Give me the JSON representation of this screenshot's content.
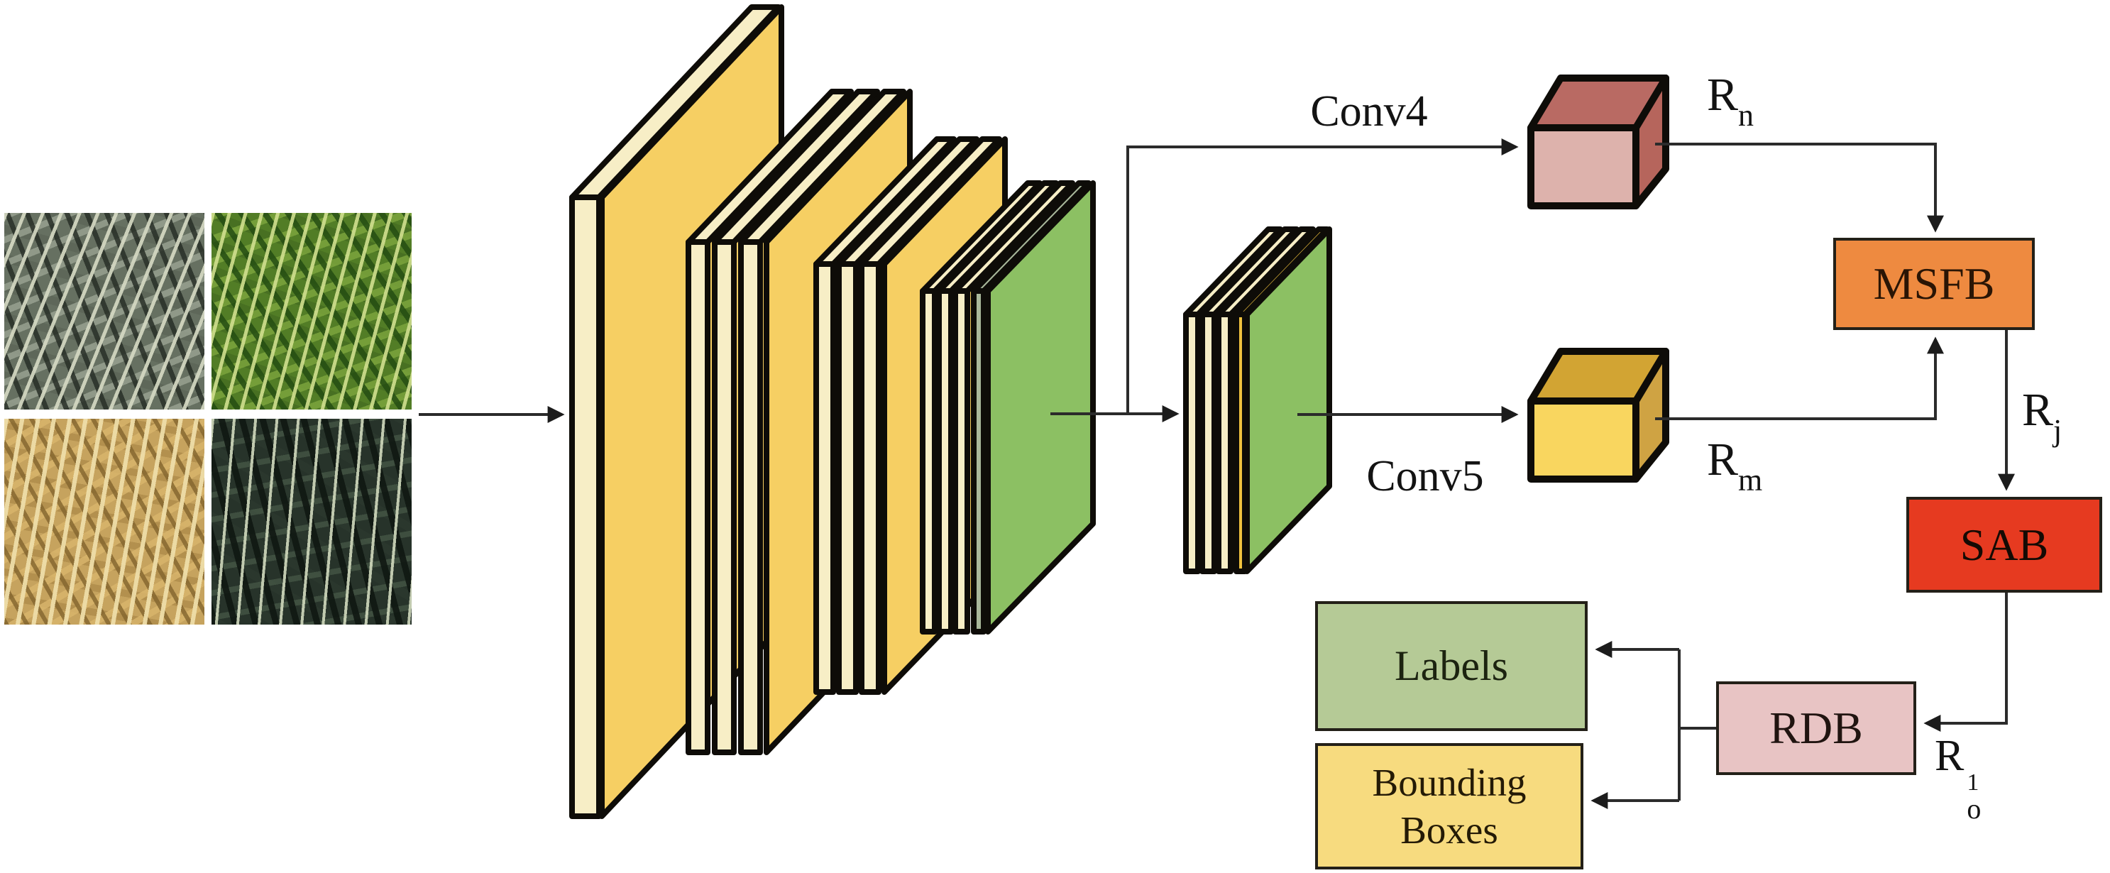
{
  "diagram": {
    "kind": "wheat-detection-network-architecture",
    "flow_labels": {
      "conv4": "Conv4",
      "conv5": "Conv5"
    },
    "blocks": {
      "msfb": "MSFB",
      "sab": "SAB",
      "rdb": "RDB",
      "labels": "Labels",
      "bounding_boxes": "Bounding Boxes"
    },
    "feature_labels": {
      "rn": {
        "base": "R",
        "sub": "n"
      },
      "rm": {
        "base": "R",
        "sub": "m"
      },
      "rj": {
        "base": "R",
        "sub": "j"
      },
      "ro": {
        "base": "R",
        "sub": "o",
        "sup": "1"
      }
    },
    "input_images": [
      "grey-green wheat canopy photo",
      "bright green wheat canopy photo",
      "golden dry wheat canopy photo",
      "dark green wheat spikes photo"
    ],
    "palette": {
      "outline": "#0e0c08",
      "connector": "#2b2b2b",
      "slab_front_cream": "#f7eec6",
      "slab_side_yellow": "#f6cf63",
      "slab_side_green": "#8cc063",
      "slab_strip_sage": "#a9b89b",
      "slab_strip_yellow": "#f0c23e",
      "cube_red_top": "#b96a63",
      "cube_red_front": "#ddb2ac",
      "cube_red_side": "#b6655c",
      "cube_yellow_top": "#d2a433",
      "cube_yellow_front": "#f9d65f",
      "cube_yellow_side": "#cfa343",
      "msfb_fill": "#ee8a40",
      "sab_fill": "#e63a20",
      "rdb_fill": "#e8c4c4",
      "labels_fill": "#b5ca96",
      "bounding_boxes_fill": "#f7db7f"
    }
  }
}
